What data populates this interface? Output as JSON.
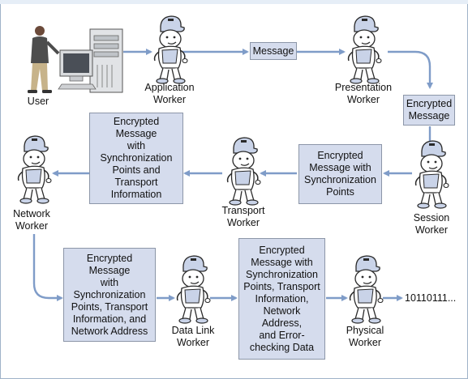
{
  "labels": {
    "user": "User",
    "application": [
      "Application",
      "Worker"
    ],
    "presentation": [
      "Presentation",
      "Worker"
    ],
    "session": [
      "Session",
      "Worker"
    ],
    "transport": [
      "Transport",
      "Worker"
    ],
    "network": [
      "Network",
      "Worker"
    ],
    "datalink": [
      "Data Link",
      "Worker"
    ],
    "physical": [
      "Physical",
      "Worker"
    ]
  },
  "boxes": {
    "message": [
      "Message"
    ],
    "encrypted": [
      "Encrypted",
      "Message"
    ],
    "sync": [
      "Encrypted",
      "Message with",
      "Synchronization",
      "Points"
    ],
    "transport_info": [
      "Encrypted Message",
      "with",
      "Synchronization",
      "Points and",
      "Transport",
      "Information"
    ],
    "network_addr": [
      "Encrypted Message",
      "with",
      "Synchronization",
      "Points, Transport",
      "Information, and",
      "Network Address"
    ],
    "error_check": [
      "Encrypted",
      "Message with",
      "Synchronization",
      "Points, Transport",
      "Information,",
      "Network Address,",
      "and Error-",
      "checking Data"
    ]
  },
  "output_bits": "10110111...",
  "colors": {
    "box_fill": "#d5dced",
    "box_border": "#8c96a8",
    "arrow": "#7f9cc8",
    "worker_body": "#c9d3e8",
    "worker_outline": "#2a2a2a"
  },
  "icons": {
    "worker": "cartoon-worker-icon",
    "user": "person-icon",
    "computer": "desktop-computer-icon"
  }
}
